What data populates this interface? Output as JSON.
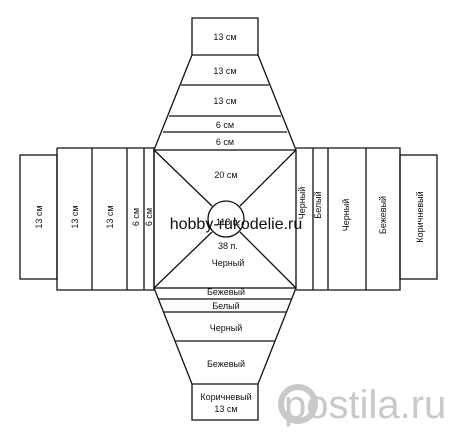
{
  "top_panel": {
    "sections": [
      {
        "label": "13 см"
      },
      {
        "label": "13 см"
      },
      {
        "label": "13 см"
      },
      {
        "label": "6 см"
      },
      {
        "label": "6 см"
      }
    ]
  },
  "center": {
    "top_label": "20 см",
    "circle_label": "118 п.",
    "stitches_label": "38 п.",
    "bottom_label": "Черный"
  },
  "left_panel": {
    "sections": [
      {
        "label": "13 см"
      },
      {
        "label": "13 см"
      },
      {
        "label": "13 см"
      },
      {
        "label": "6 см"
      },
      {
        "label": "6 см"
      }
    ]
  },
  "right_panel": {
    "sections": [
      {
        "label": "Черный"
      },
      {
        "label": "Белый"
      },
      {
        "label": "Черный"
      },
      {
        "label": "Бежевый"
      },
      {
        "label": "Коричневый"
      }
    ]
  },
  "bottom_panel": {
    "sections": [
      {
        "label": "Бежевый"
      },
      {
        "label": "Белый"
      },
      {
        "label": "Черный"
      },
      {
        "label": "Бежевый"
      },
      {
        "label": "Коричневый"
      },
      {
        "label": "13 см"
      }
    ]
  },
  "watermark": "hobby-rukodelie.ru",
  "logo": {
    "text": "postila.ru",
    "color": "#c9c9c9"
  },
  "colors": {
    "line": "#111111",
    "background": "#ffffff"
  }
}
